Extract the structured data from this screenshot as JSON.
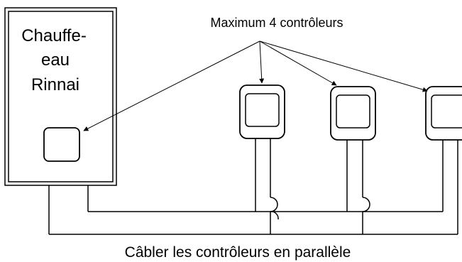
{
  "heater": {
    "lines": [
      "Chauffe-",
      "eau",
      "Rinnai"
    ]
  },
  "callout_label": "Maximum 4 contrôleurs",
  "footer_label": "Câbler les contrôleurs en parallèle",
  "colors": {
    "stroke": "#000000",
    "background": "#ffffff"
  }
}
